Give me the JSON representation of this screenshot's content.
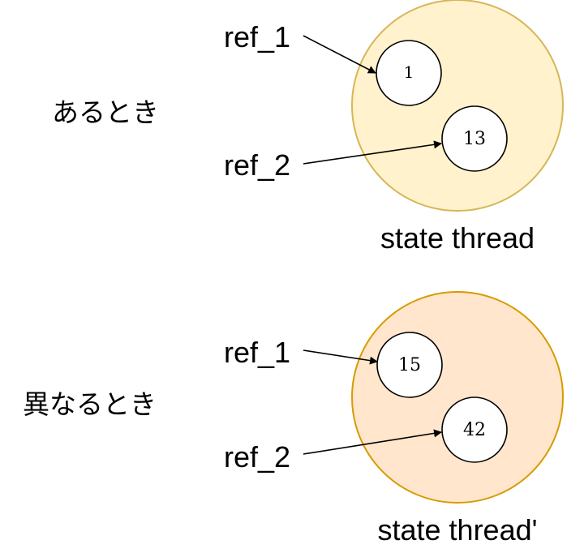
{
  "diagram": {
    "colors": {
      "state1_fill": "#fff2cc",
      "state1_stroke": "#d6b656",
      "state2_fill": "#ffe6cc",
      "state2_stroke": "#d79b00",
      "node_fill": "#ffffff",
      "edge": "#000000"
    },
    "top": {
      "moment_label": "あるとき",
      "ref1": "ref_1",
      "ref2": "ref_2",
      "value1": "1",
      "value2": "13",
      "state_label": "state thread"
    },
    "bottom": {
      "moment_label": "異なるとき",
      "ref1": "ref_1",
      "ref2": "ref_2",
      "value1": "15",
      "value2": "42",
      "state_label": "state thread'"
    }
  }
}
